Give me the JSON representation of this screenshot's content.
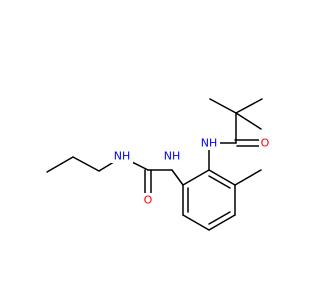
{
  "molecule": {
    "bond_color": "#000000",
    "labels": {
      "amide_nh": "NH",
      "amide_o": "O",
      "urea_nh_aryl": "NH",
      "urea_o": "O",
      "urea_nh_butyl": "NH"
    },
    "label_colors": {
      "N": "#0000ff",
      "O": "#ff0000"
    }
  }
}
